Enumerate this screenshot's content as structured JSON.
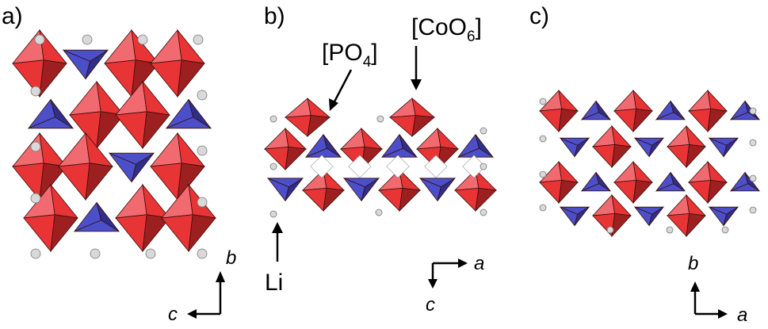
{
  "figure": {
    "panels": [
      {
        "label": "a)",
        "axes": {
          "vertical": "b",
          "horizontal": "c"
        }
      },
      {
        "label": "b)",
        "axes": {
          "horizontal": "a",
          "vertical": "c"
        }
      },
      {
        "label": "c)",
        "axes": {
          "vertical": "b",
          "horizontal": "a"
        }
      }
    ],
    "annotations": {
      "po4": {
        "open": "[PO",
        "sub": "4",
        "close": "]"
      },
      "coo6": {
        "open": "[CoO",
        "sub": "6",
        "close": "]"
      },
      "li": "Li"
    },
    "colors": {
      "octahedron_light": "#f06a6f",
      "octahedron_mid": "#e83434",
      "octahedron_dark": "#9e1f1f",
      "tetrahedron": "#4b4fc9",
      "tetrahedron_dark": "#2d2f8a",
      "lithium": "#d9d9d9"
    }
  }
}
